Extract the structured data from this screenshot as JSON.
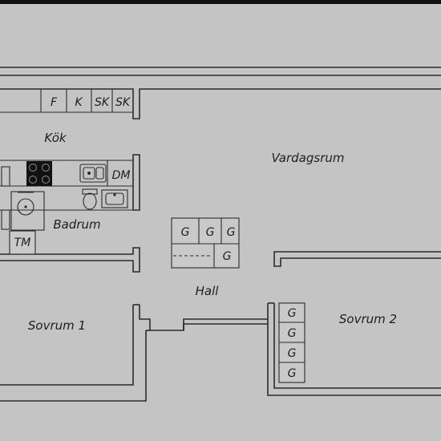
{
  "rooms": {
    "kok": "Kök",
    "vardagsrum": "Vardagsrum",
    "badrum": "Badrum",
    "hall": "Hall",
    "sovrum1": "Sovrum 1",
    "sovrum2": "Sovrum 2"
  },
  "fixtures": {
    "fridge": "F",
    "freezer": "K",
    "cabinet_1": "SK",
    "cabinet_2": "SK",
    "dishwasher": "DM",
    "dryer": "TM"
  },
  "wardrobes": {
    "hall": [
      "G",
      "G",
      "G",
      "G"
    ],
    "sovrum2": [
      "G",
      "G",
      "G",
      "G"
    ]
  },
  "colors": {
    "background": "#c4c4c4",
    "walls": "#2b2b2b",
    "stove": "#111111"
  },
  "icons": [
    "stove-icon",
    "kitchen-sink-icon",
    "bathroom-sink-icon",
    "toilet-icon",
    "shower-icon",
    "radiator-icon"
  ]
}
